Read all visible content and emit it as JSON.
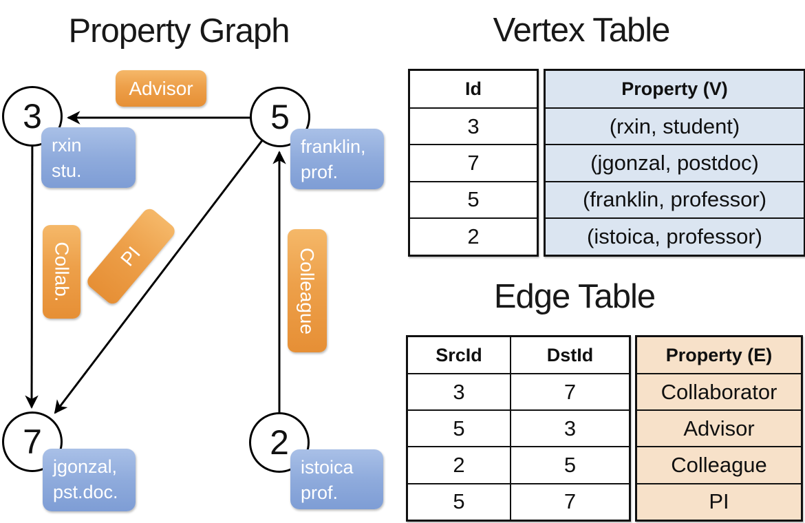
{
  "graph": {
    "title": "Property Graph",
    "nodes": {
      "n3": {
        "label": "3",
        "prop_line1": "rxin",
        "prop_line2": "stu."
      },
      "n5": {
        "label": "5",
        "prop_line1": "franklin,",
        "prop_line2": "prof."
      },
      "n7": {
        "label": "7",
        "prop_line1": "jgonzal,",
        "prop_line2": "pst.doc."
      },
      "n2": {
        "label": "2",
        "prop_line1": "istoica",
        "prop_line2": "prof."
      }
    },
    "edge_labels": {
      "advisor": "Advisor",
      "collab": "Collab.",
      "pi": "PI",
      "colleague": "Colleague"
    }
  },
  "vertex_table": {
    "title": "Vertex Table",
    "columns": {
      "id": "Id",
      "property": "Property (V)"
    },
    "rows": [
      [
        "3",
        "(rxin, student)"
      ],
      [
        "7",
        "(jgonzal, postdoc)"
      ],
      [
        "5",
        "(franklin, professor)"
      ],
      [
        "2",
        "(istoica, professor)"
      ]
    ]
  },
  "edge_table": {
    "title": "Edge Table",
    "columns": {
      "src": "SrcId",
      "dst": "DstId",
      "property": "Property (E)"
    },
    "rows": [
      [
        "3",
        "7",
        "Collaborator"
      ],
      [
        "5",
        "3",
        "Advisor"
      ],
      [
        "2",
        "5",
        "Colleague"
      ],
      [
        "5",
        "7",
        "PI"
      ]
    ]
  },
  "colors": {
    "edge_label_orange": "#ECA24D",
    "vertex_prop_blue": "#8FABDC",
    "vertex_cell_bg": "#DBE5F1",
    "edge_cell_bg": "#F7E1C9",
    "line_black": "#000000"
  }
}
